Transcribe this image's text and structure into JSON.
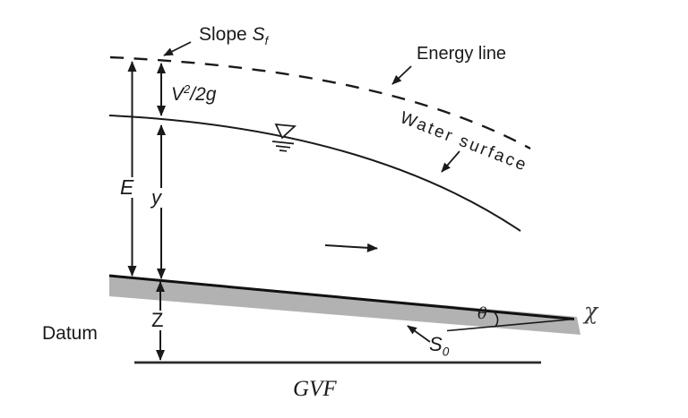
{
  "figure": {
    "caption": "GVF",
    "labels": {
      "slope": {
        "text": "Slope ",
        "var": "S",
        "sub": "f"
      },
      "energy_line": "Energy line",
      "water_surface": "Water surface",
      "velocity_head": {
        "var1": "V",
        "sup": "2",
        "mid": "/2",
        "var2": "g"
      },
      "specific_energy": "E",
      "flow_depth": "y",
      "bed_elevation": "Z",
      "datum": "Datum",
      "bed_slope": {
        "var": "S",
        "sub": "0"
      },
      "theta": "θ",
      "chi": "χ"
    },
    "symbols": {
      "free_surface_marker": "inverted triangle with hatch lines on water surface",
      "flow_direction": "right arrow",
      "angle_arc": "arc between bed line and horizontal at vertex"
    },
    "colors": {
      "background": "#ffffff",
      "line": "#1a1a1a",
      "bed_fill": "#b2b2b2",
      "chi_text": "#3c3c3c"
    }
  }
}
